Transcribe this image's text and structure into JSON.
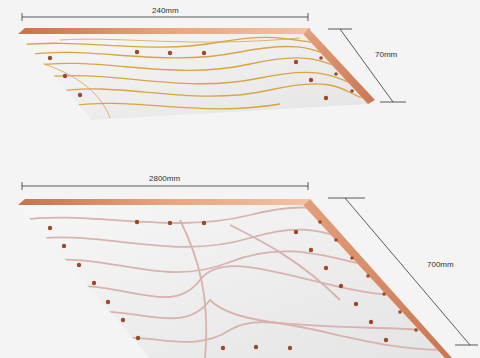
{
  "diagram": {
    "labels": [
      "240mm",
      "70mm",
      "2800mm",
      "700mm"
    ]
  }
}
